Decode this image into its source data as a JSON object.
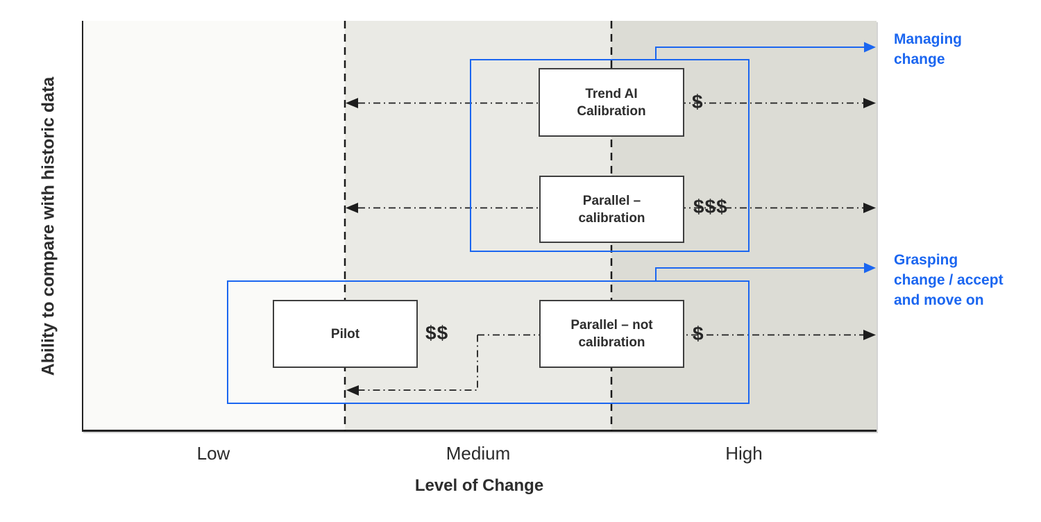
{
  "axes": {
    "y_label": "Ability to compare with historic data",
    "x_label": "Level of Change",
    "x_ticks": [
      "Low",
      "Medium",
      "High"
    ]
  },
  "nodes": [
    {
      "lines": [
        "Trend AI",
        "Calibration"
      ],
      "cost": "$"
    },
    {
      "lines": [
        "Parallel –",
        "calibration"
      ],
      "cost": "$$$"
    },
    {
      "lines": [
        "Pilot"
      ],
      "cost": "$$"
    },
    {
      "lines": [
        "Parallel – not",
        "calibration"
      ],
      "cost": "$"
    }
  ],
  "annotations": [
    {
      "lines": [
        "Managing",
        "change"
      ]
    },
    {
      "lines": [
        "Grasping",
        "change / accept",
        "and move on"
      ]
    }
  ],
  "colors": {
    "accent_blue": "#1b66f0",
    "zone_low": "#fafaf8",
    "zone_medium": "#eaeae5",
    "zone_high": "#dcdcd5",
    "line_dark": "#1f1f1f",
    "node_border": "#3e3e3e",
    "text_dark": "#2d2d2d"
  }
}
